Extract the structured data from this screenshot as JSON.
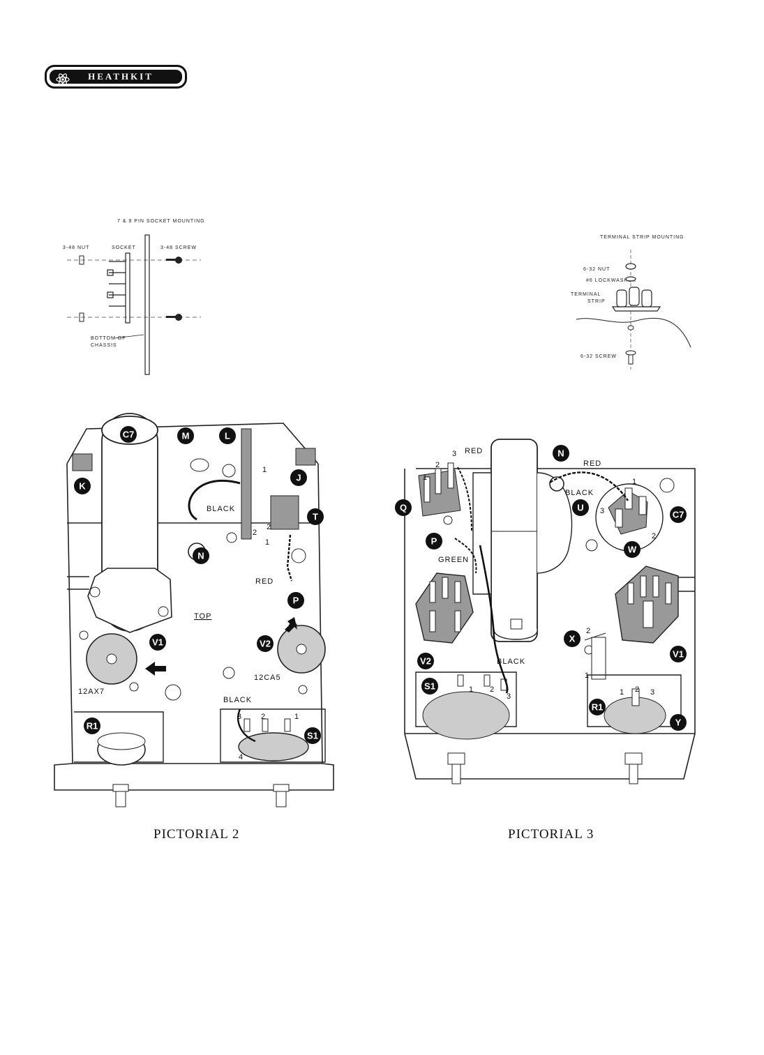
{
  "brand": "HEATHKIT",
  "socket_mounting": {
    "title": "7 & 9 PIN SOCKET MOUNTING",
    "nut": "3-48 NUT",
    "socket": "SOCKET",
    "screw": "3-48 SCREW",
    "chassis_line1": "BOTTOM OF",
    "chassis_line2": "CHASSIS"
  },
  "terminal_mounting": {
    "title": "TERMINAL STRIP MOUNTING",
    "nut": "6-32 NUT",
    "lockwasher": "#6 LOCKWASHER",
    "strip_line1": "TERMINAL",
    "strip_line2": "STRIP",
    "screw": "6-32 SCREW"
  },
  "pictorial2": {
    "caption": "PICTORIAL 2",
    "badges": {
      "c7": "C7",
      "m": "M",
      "l": "L",
      "j": "J",
      "k": "K",
      "t": "T",
      "n": "N",
      "p": "P",
      "v1": "V1",
      "v2": "V2",
      "r1": "R1",
      "s1": "S1"
    },
    "labels": {
      "black": "BLACK",
      "black2": "BLACK",
      "red": "RED",
      "top": "TOP",
      "tube1": "12AX7",
      "tube2": "12CA5",
      "t1": "1",
      "t2a": "2",
      "t2b": "2",
      "t1b": "1",
      "s3": "3",
      "s2": "2",
      "s1": "1",
      "s4": "4"
    }
  },
  "pictorial3": {
    "caption": "PICTORIAL 3",
    "badges": {
      "n": "N",
      "q": "Q",
      "u": "U",
      "c7": "C7",
      "p": "P",
      "w": "W",
      "x": "X",
      "v2": "V2",
      "v1": "V1",
      "s1": "S1",
      "r1": "R1",
      "y": "Y"
    },
    "labels": {
      "red1": "RED",
      "red2": "RED",
      "black1": "BLACK",
      "black2": "BLACK",
      "green": "GREEN",
      "q1": "1",
      "q2": "2",
      "q3": "3",
      "u1": "1",
      "u2": "2",
      "u3": "3",
      "x1": "1",
      "x2": "2",
      "s1a": "1",
      "s1b": "2",
      "s1c": "3",
      "r1a": "1",
      "r1b": "2",
      "r1c": "3"
    }
  }
}
